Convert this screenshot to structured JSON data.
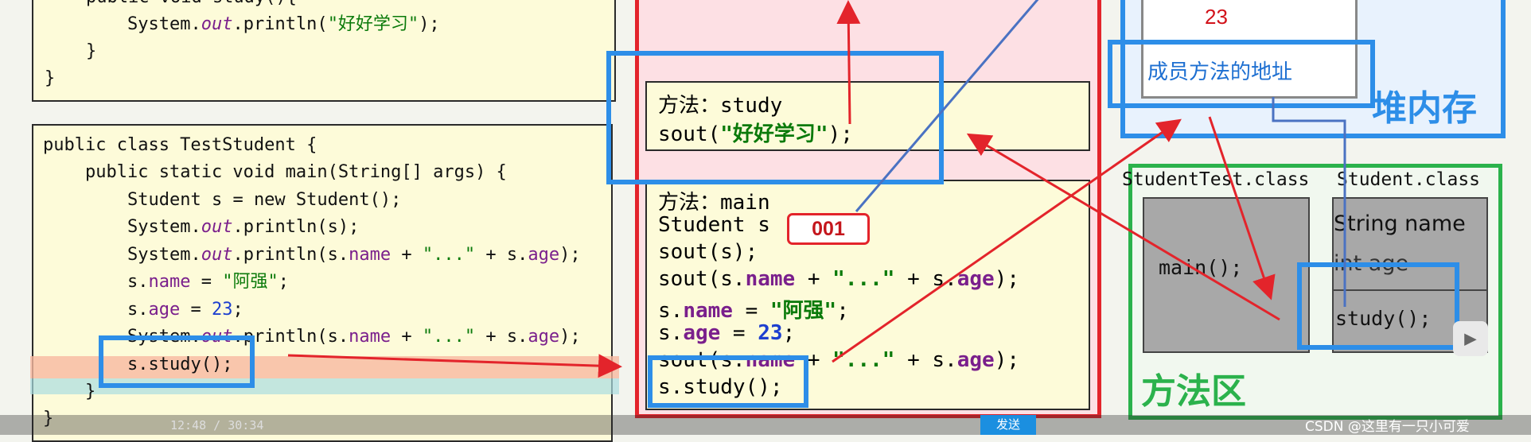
{
  "student_code_tail": {
    "line1": "public void study(){",
    "line2_prefix": "System.",
    "line2_italic": "out",
    "line2_suffix": ".println(",
    "line2_str": "\"好好学习\"",
    "line2_end": ");",
    "line3": "}",
    "line4": "}"
  },
  "test_code": {
    "l1": "public class TestStudent {",
    "l2": "public static void main(String[] args) {",
    "l3": "Student s = new Student();",
    "l4_a": "System.",
    "l4_b": "out",
    "l4_c": ".println(s);",
    "l5_a": "System.",
    "l5_b": "out",
    "l5_c": ".println(s.",
    "l5_d": "name",
    "l5_e": " + ",
    "l5_f": "\"...\"",
    "l5_g": " + s.",
    "l5_h": "age",
    "l5_i": ");",
    "l6_a": "s.",
    "l6_b": "name",
    "l6_c": " = ",
    "l6_d": "\"阿强\"",
    "l6_e": ";",
    "l7_a": "s.",
    "l7_b": "age",
    "l7_c": " = ",
    "l7_d": "23",
    "l7_e": ";",
    "l8_a": "System.",
    "l8_b": "out",
    "l8_c": ".println(s.",
    "l8_d": "name",
    "l8_e": " + ",
    "l8_f": "\"...\"",
    "l8_g": " + s.",
    "l8_h": "age",
    "l8_i": ");",
    "l9": "s.study();",
    "l10": "}",
    "l11": "}"
  },
  "stack_study_frame": {
    "title": "方法：study",
    "line_a": "sout(",
    "line_str": "\"好好学习\"",
    "line_b": ");"
  },
  "stack_main_frame": {
    "title": "方法：main",
    "l2": "Student s",
    "addr_badge": "001",
    "l3": "sout(s);",
    "l4_a": "sout(s.",
    "l4_b": "name",
    "l4_c": " + ",
    "l4_d": "\"...\"",
    "l4_e": " + s.",
    "l4_f": "age",
    "l4_g": ");",
    "l5_a": "s.",
    "l5_b": "name",
    "l5_c": " = ",
    "l5_d": "\"阿强\"",
    "l5_e": ";",
    "l6_a": "s.",
    "l6_b": "age",
    "l6_c": " = ",
    "l6_d": "23",
    "l6_e": ";",
    "l7_a": "sout(s.",
    "l7_b": "name",
    "l7_c": " + ",
    "l7_d": "\"...\"",
    "l7_e": " + s.",
    "l7_f": "age",
    "l7_g": ");",
    "l8": "s.study();"
  },
  "heap": {
    "age_value": "23",
    "method_addr_label": "成员方法的地址",
    "region_label": "堆内存"
  },
  "method_area": {
    "class1": "StudentTest.class",
    "class2": "Student.class",
    "main_method": "main();",
    "field1": "String name",
    "field2": "int age",
    "study_method": "study();",
    "region_label": "方法区"
  },
  "player": {
    "time": "12:48 / 30:34",
    "send_button": "发送",
    "watermark": "CSDN @这里有一只小可爱"
  },
  "colors": {
    "red": "#e3242b",
    "blue": "#2d8ee8",
    "green": "#2bb24c",
    "panel_yellow": "#fdfbd9",
    "pink": "#fde0e4"
  }
}
